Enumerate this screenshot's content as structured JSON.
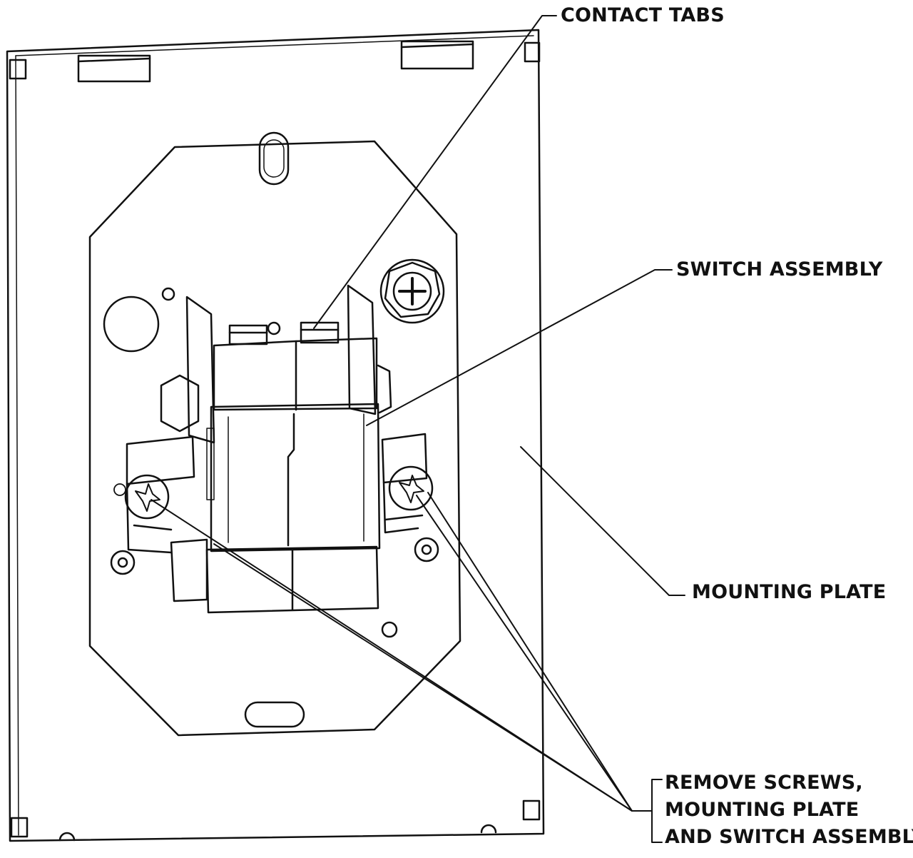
{
  "labels": {
    "contact_tabs": "CONTACT TABS",
    "switch_assembly": "SWITCH ASSEMBLY",
    "mounting_plate": "MOUNTING PLATE",
    "remove_instruction": {
      "line1": "REMOVE SCREWS,",
      "line2": "MOUNTING PLATE",
      "line3": "AND SWITCH ASSEMBLY"
    }
  },
  "colors": {
    "line": "#111111",
    "background": "#ffffff"
  }
}
